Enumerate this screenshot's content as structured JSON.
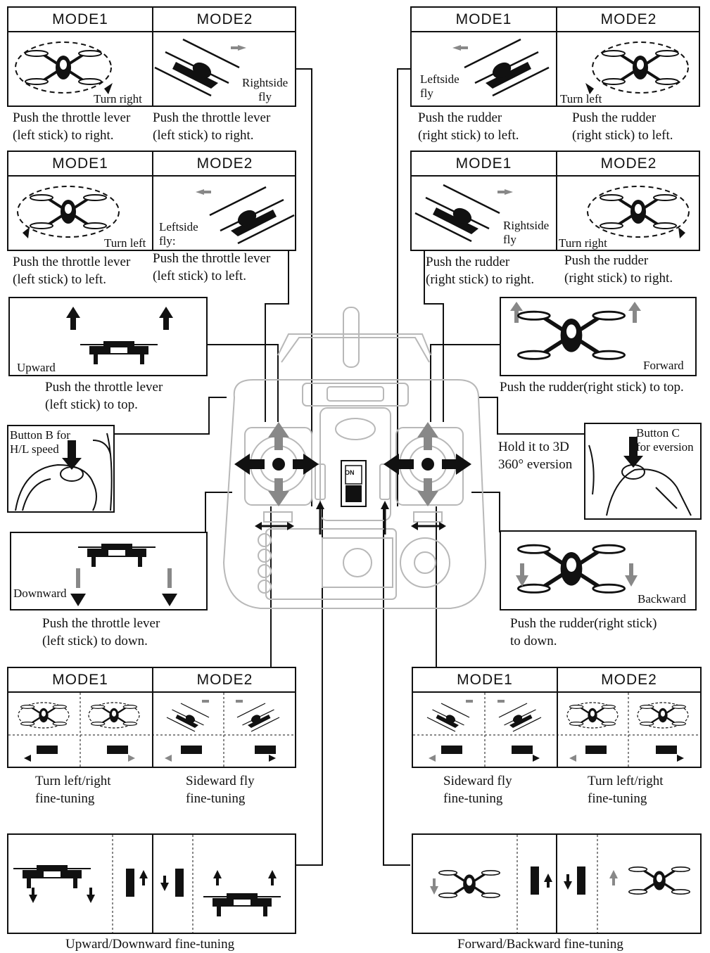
{
  "mode_labels": {
    "mode1": "MODE1",
    "mode2": "MODE2"
  },
  "top_left": {
    "turn_right_label": "Turn right",
    "rightside_fly_label": "Rightside\nfly",
    "caption_mode1": "Push the throttle lever\n(left stick) to right.",
    "caption_mode2": "Push the throttle lever\n(left stick) to right."
  },
  "top_right": {
    "leftside_fly_label": "Leftside\nfly",
    "turn_left_label": "Turn left",
    "caption_mode1": "Push the rudder\n(right stick) to left.",
    "caption_mode2": "Push the rudder\n(right stick) to left."
  },
  "second_left": {
    "turn_left_label": "Turn left",
    "leftside_fly_label": "Leftside\nfly:",
    "caption_mode1": "Push the throttle lever\n(left stick) to left.",
    "caption_mode2": "Push the throttle lever\n(left stick) to left."
  },
  "second_right": {
    "rightside_fly_label": "Rightside\nfly",
    "turn_right_label": "Turn right",
    "caption_mode1": "Push the rudder\n(right stick) to right.",
    "caption_mode2": "Push the rudder\n(right stick) to right."
  },
  "upward": {
    "label": "Upward",
    "caption": "Push the throttle lever\n(left stick) to top."
  },
  "forward": {
    "label": "Forward",
    "caption": "Push the rudder(right stick) to top."
  },
  "button_b": {
    "label": "Button B for\nH/L speed"
  },
  "button_c": {
    "label": "Button C\nfor eversion",
    "hold_caption": "Hold it to 3D\n360° eversion"
  },
  "downward": {
    "label": "Downward",
    "caption": "Push the throttle lever\n(left stick) to down."
  },
  "backward": {
    "label": "Backward",
    "caption": "Push the rudder(right stick)\nto down."
  },
  "fine_left": {
    "caption_mode1": "Turn left/right\nfine-tuning",
    "caption_mode2": "Sideward fly\nfine-tuning"
  },
  "fine_right": {
    "caption_mode1": "Sideward fly\nfine-tuning",
    "caption_mode2": "Turn left/right\nfine-tuning"
  },
  "bottom_left": {
    "caption": "Upward/Downward fine-tuning"
  },
  "bottom_right": {
    "caption": "Forward/Backward fine-tuning"
  },
  "controller": {
    "on_label": "ON"
  },
  "colors": {
    "ink": "#111111",
    "gray_arrow": "#888888",
    "light_line": "#b8b8b8"
  }
}
